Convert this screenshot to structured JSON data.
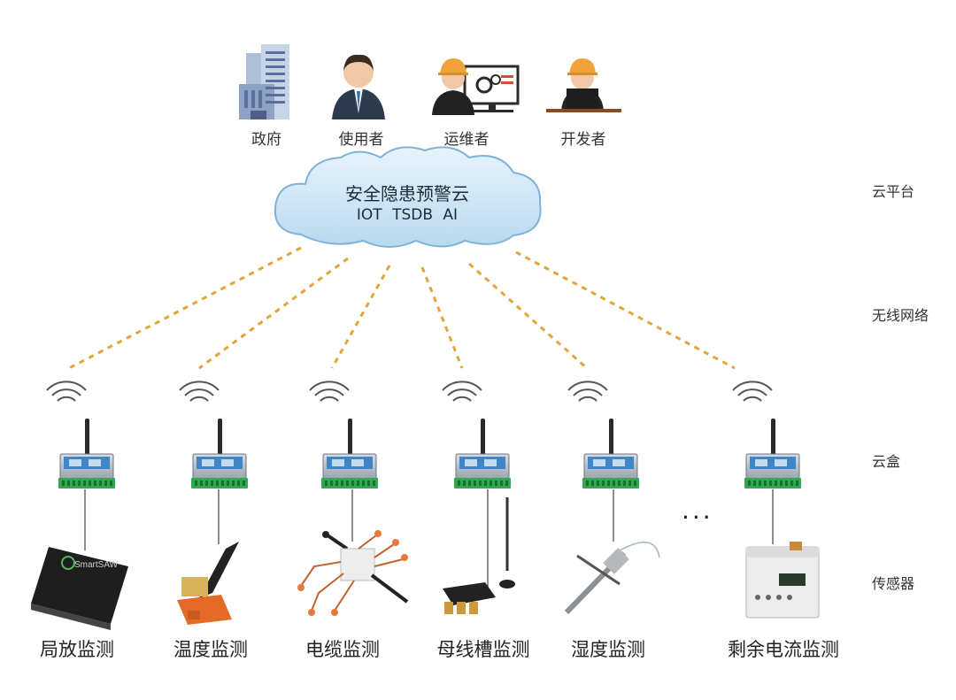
{
  "users": [
    {
      "label": "政府",
      "icon": "government-building-icon"
    },
    {
      "label": "使用者",
      "icon": "user-person-icon"
    },
    {
      "label": "运维者",
      "icon": "operator-monitor-icon"
    },
    {
      "label": "开发者",
      "icon": "developer-laptop-icon"
    }
  ],
  "cloud": {
    "title": "安全隐患预警云",
    "subtitle": "IOT  TSDB  AI"
  },
  "layers": {
    "cloud_platform": "云平台",
    "wireless_network": "无线网络",
    "cloud_box": "云盒",
    "sensor": "传感器"
  },
  "ellipsis": "...",
  "sensors": [
    {
      "label": "局放监测"
    },
    {
      "label": "温度监测"
    },
    {
      "label": "电缆监测"
    },
    {
      "label": "母线槽监测"
    },
    {
      "label": "湿度监测"
    },
    {
      "label": "剩余电流监测"
    }
  ],
  "sensor_device_text": {
    "brand": "SmartSAW"
  },
  "colors": {
    "dash_line": "#e3a53a",
    "cloud_fill": "#cfe6f5",
    "cloud_stroke": "#7fb3d8",
    "box_blue": "#3f86c6",
    "terminal_green": "#2fa84f"
  }
}
